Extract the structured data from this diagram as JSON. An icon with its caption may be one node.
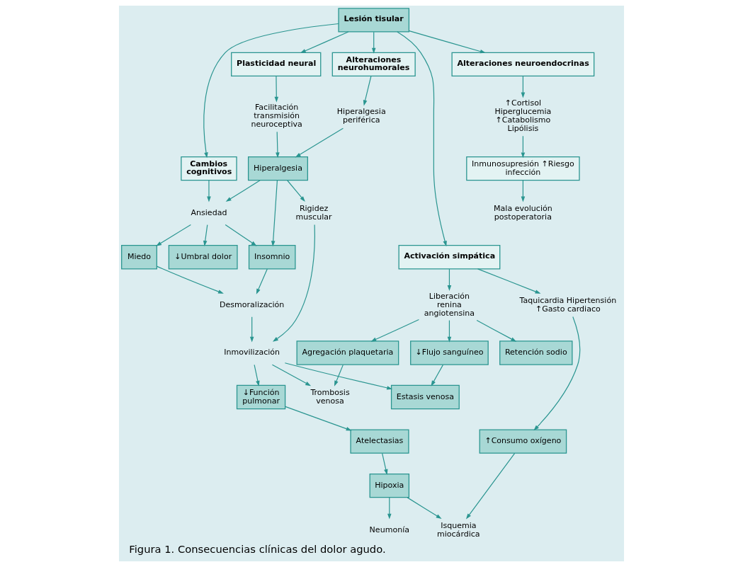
{
  "diagram": {
    "caption": "Figura 1. Consecuencias clínicas del dolor agudo.",
    "nodes": [
      {
        "text": [
          "Lesión tisular"
        ]
      },
      {
        "text": [
          "Miedo"
        ]
      },
      {
        "text": [
          "Cambios cognitivos"
        ]
      },
      {
        "text": [
          "Ansiedad"
        ]
      },
      {
        "text": [
          "↓Umbral dolor"
        ]
      },
      {
        "text": [
          "Desmoralización"
        ]
      },
      {
        "text": [
          "Insomnio"
        ]
      },
      {
        "text": [
          "Alteraciones neurohumorales"
        ]
      },
      {
        "text": [
          "Hiperalgesia periférica"
        ]
      },
      {
        "text": [
          "Hiperalgesia"
        ]
      },
      {
        "text": [
          "Rigidez muscular"
        ]
      },
      {
        "text": [
          "Inmovilización"
        ]
      },
      {
        "text": [
          "Plasticidad neural"
        ]
      },
      {
        "text": [
          "Facilitación transmisión neuroceptiva"
        ]
      },
      {
        "text": [
          "↓Función pulmonar"
        ]
      },
      {
        "text": [
          "↓Flujo sanguíneo"
        ]
      },
      {
        "text": [
          "Estasis venosa"
        ]
      },
      {
        "text": [
          "Liberación renina angiotensina"
        ]
      },
      {
        "text": [
          "Activación simpática"
        ]
      },
      {
        "text": [
          "Agregación plaquetaria"
        ]
      },
      {
        "text": [
          "Trombosis venosa"
        ]
      },
      {
        "text": [
          "Retención sodio"
        ]
      },
      {
        "text": [
          "Atelectasias"
        ]
      },
      {
        "text": [
          "Taquicardia Hipertensión ↑Gasto cardiaco"
        ]
      },
      {
        "text": [
          "↑Consumo oxígeno"
        ]
      },
      {
        "text": [
          "Isquemia miocárdica"
        ]
      },
      {
        "text": [
          "Hipoxia"
        ]
      },
      {
        "text": [
          "Neumonía"
        ]
      },
      {
        "text": [
          "Alteraciones neuroendocrinas"
        ]
      },
      {
        "text": [
          "↑Cortisol Hiperglucemia ↑Catabolismo Lipólisis"
        ]
      },
      {
        "text": [
          "Inmunosupresión ↑Riesgo infección"
        ]
      },
      {
        "text": [
          "Mala evolución postoperatoria"
        ]
      }
    ],
    "edges": [
      {
        "from": 0,
        "to": 2,
        "arrow": "to"
      },
      {
        "from": 0,
        "to": 7,
        "arrow": "to"
      },
      {
        "from": 0,
        "to": 12,
        "arrow": "to"
      },
      {
        "from": 0,
        "to": 18,
        "arrow": "to"
      },
      {
        "from": 0,
        "to": 28,
        "arrow": "to"
      },
      {
        "from": 2,
        "to": 3,
        "arrow": "to"
      },
      {
        "from": 3,
        "to": 1,
        "arrow": "to"
      },
      {
        "from": 3,
        "to": 4,
        "arrow": "to"
      },
      {
        "from": 3,
        "to": 6,
        "arrow": "to"
      },
      {
        "from": 1,
        "to": 5,
        "arrow": "to"
      },
      {
        "from": 6,
        "to": 5,
        "arrow": "to"
      },
      {
        "from": 7,
        "to": 8,
        "arrow": "to"
      },
      {
        "from": 12,
        "to": 13,
        "arrow": "to"
      },
      {
        "from": 8,
        "to": 9,
        "arrow": "to"
      },
      {
        "from": 13,
        "to": 9,
        "arrow": "to"
      },
      {
        "from": 9,
        "to": 3,
        "arrow": "to"
      },
      {
        "from": 9,
        "to": 6,
        "arrow": "to"
      },
      {
        "from": 9,
        "to": 10,
        "arrow": "to"
      },
      {
        "from": 10,
        "to": 11,
        "arrow": "to"
      },
      {
        "from": 5,
        "to": 11,
        "arrow": "to"
      },
      {
        "from": 11,
        "to": 16,
        "arrow": "to"
      },
      {
        "from": 11,
        "to": 20,
        "arrow": "to"
      },
      {
        "from": 11,
        "to": 14,
        "arrow": "to"
      },
      {
        "from": 18,
        "to": 17,
        "arrow": "to"
      },
      {
        "from": 18,
        "to": 23,
        "arrow": "to"
      },
      {
        "from": 17,
        "to": 15,
        "arrow": "to"
      },
      {
        "from": 17,
        "to": 19,
        "arrow": "to"
      },
      {
        "from": 17,
        "to": 21,
        "arrow": "to"
      },
      {
        "from": 15,
        "to": 16,
        "arrow": "to"
      },
      {
        "from": 19,
        "to": 20,
        "arrow": "to"
      },
      {
        "from": 14,
        "to": 22,
        "arrow": "to"
      },
      {
        "from": 22,
        "to": 26,
        "arrow": "to"
      },
      {
        "from": 26,
        "to": 25,
        "arrow": "to"
      },
      {
        "from": 26,
        "to": 27,
        "arrow": "to"
      },
      {
        "from": 23,
        "to": 24,
        "arrow": "to"
      },
      {
        "from": 24,
        "to": 25,
        "arrow": "to"
      },
      {
        "from": 28,
        "to": 29,
        "arrow": "to"
      },
      {
        "from": 29,
        "to": 30,
        "arrow": "to"
      },
      {
        "from": 30,
        "to": 31,
        "arrow": "to"
      }
    ]
  }
}
